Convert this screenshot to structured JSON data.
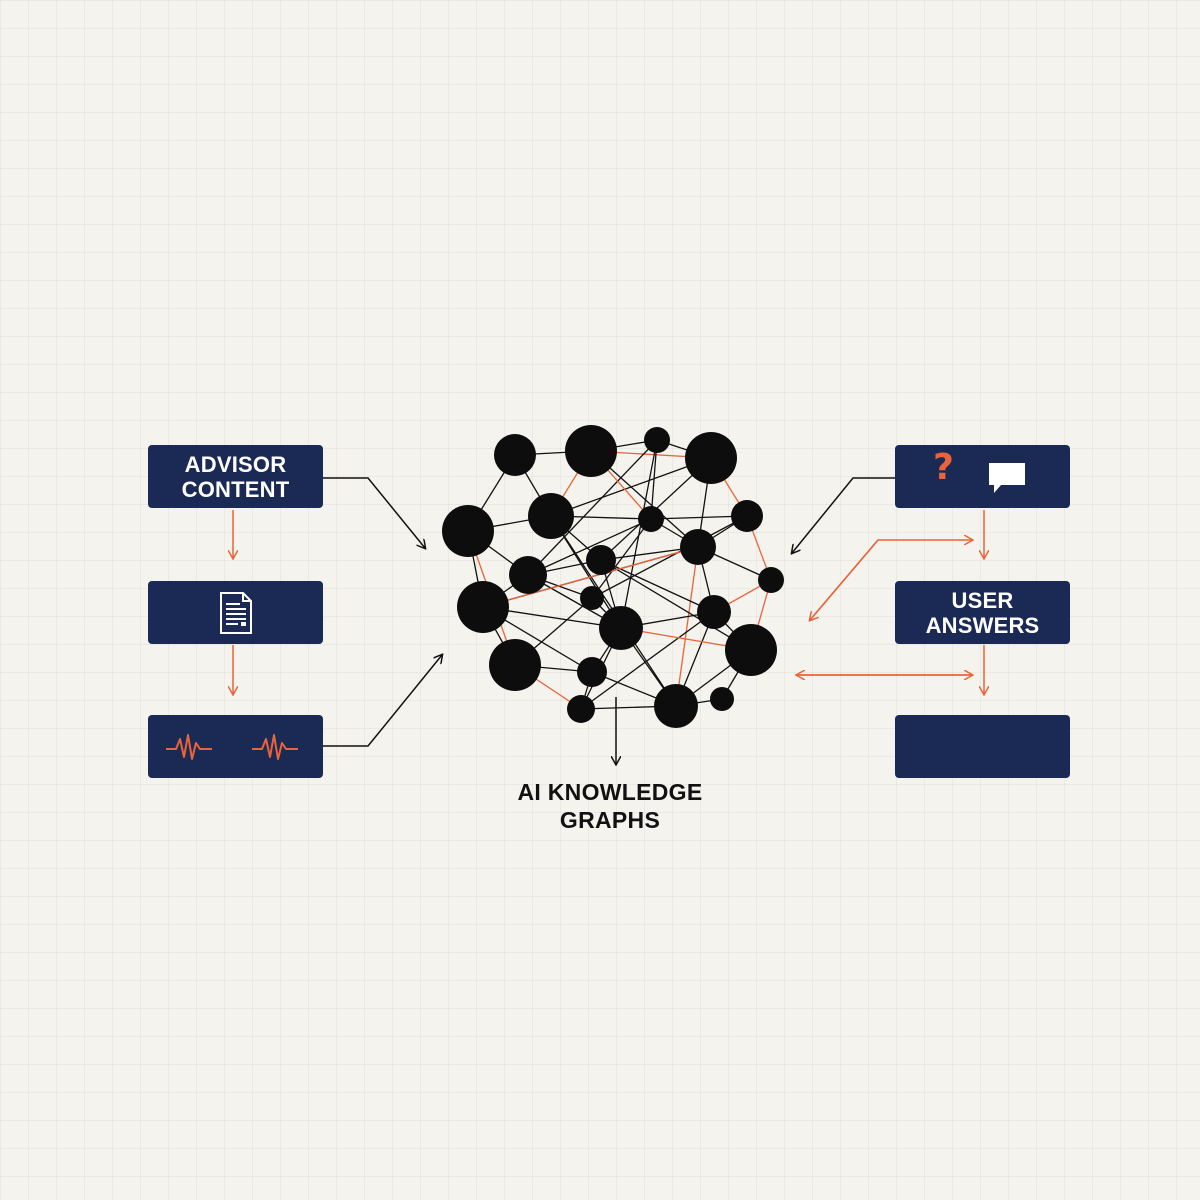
{
  "colors": {
    "background": "#f5f3ee",
    "box": "#1b2a55",
    "accent": "#e8643a",
    "node": "#0d0d0d",
    "text": "#111111"
  },
  "left_column": {
    "advisor_box": {
      "line1": "ADVISOR",
      "line2": "CONTENT"
    },
    "document_box": {
      "icon": "document-icon"
    },
    "signal_box": {
      "icons": [
        "waveform-icon",
        "waveform-icon"
      ]
    }
  },
  "right_column": {
    "query_box": {
      "icons": [
        "question-mark-icon",
        "chat-bubble-icon"
      ],
      "question_glyph": "?"
    },
    "answers_box": {
      "line1": "USER",
      "line2": "ANSWERS"
    },
    "empty_box": {}
  },
  "graph": {
    "title_line1": "AI KNOWLEDGE",
    "title_line2": "GRAPHS"
  }
}
